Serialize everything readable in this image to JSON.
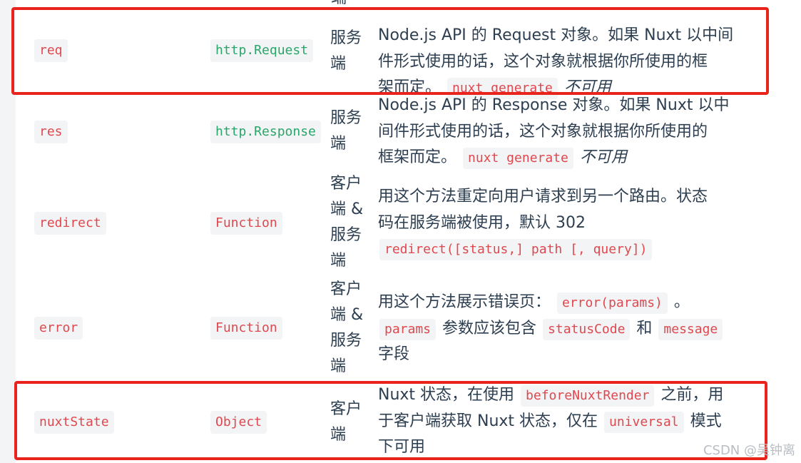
{
  "table": {
    "top_stub": "端",
    "rows": [
      {
        "name": "req",
        "type": "http.Request",
        "side_lines": [
          "服务",
          "端"
        ],
        "desc_lines": [
          [
            {
              "t": "Node.js API 的 Request 对象。如果 Nuxt 以中间"
            }
          ],
          [
            {
              "t": "件形式使用的话，这个对象就根据你所使用的框"
            }
          ],
          [
            {
              "t": "架而定。 "
            },
            {
              "t": "nuxt generate",
              "code": true
            },
            {
              "t": " 不可用",
              "italic": true
            }
          ]
        ]
      },
      {
        "name": "res",
        "type": "http.Response",
        "side_lines": [
          "服务",
          "端"
        ],
        "desc_lines": [
          [
            {
              "t": "Node.js API 的 Response 对象。如果 Nuxt 以中"
            }
          ],
          [
            {
              "t": "间件形式使用的话，这个对象就根据你所使用的"
            }
          ],
          [
            {
              "t": "框架而定。 "
            },
            {
              "t": "nuxt generate",
              "code": true
            },
            {
              "t": " 不可用",
              "italic": true
            }
          ]
        ]
      },
      {
        "name": "redirect",
        "type": "Function",
        "side_lines": [
          "客户",
          "端 &",
          "服务",
          "端"
        ],
        "desc_lines": [
          [
            {
              "t": "用这个方法重定向用户请求到另一个路由。状态"
            }
          ],
          [
            {
              "t": "码在服务端被使用，默认 302"
            }
          ],
          [
            {
              "t": "redirect([status,] path [, query])",
              "code": true
            }
          ]
        ]
      },
      {
        "name": "error",
        "type": "Function",
        "side_lines": [
          "客户",
          "端 &",
          "服务",
          "端"
        ],
        "desc_lines": [
          [
            {
              "t": "用这个方法展示错误页： "
            },
            {
              "t": "error(params)",
              "code": true
            },
            {
              "t": " 。"
            }
          ],
          [
            {
              "t": "params",
              "code": true
            },
            {
              "t": " 参数应该包含 "
            },
            {
              "t": "statusCode",
              "code": true
            },
            {
              "t": " 和 "
            },
            {
              "t": "message",
              "code": true
            }
          ],
          [
            {
              "t": "字段"
            }
          ]
        ]
      },
      {
        "name": "nuxtState",
        "type": "Object",
        "side_lines": [
          "客户",
          "端"
        ],
        "desc_lines": [
          [
            {
              "t": "Nuxt 状态，在使用 "
            },
            {
              "t": "beforeNuxtRender",
              "code": true
            },
            {
              "t": " 之前，用"
            }
          ],
          [
            {
              "t": "于客户端获取 Nuxt 状态，仅在 "
            },
            {
              "t": "universal",
              "code": true
            },
            {
              "t": " 模式"
            }
          ],
          [
            {
              "t": "下可用"
            }
          ]
        ]
      }
    ]
  },
  "colors": {
    "code_red": "#e0484f",
    "code_green": "#2aa66a",
    "highlight_box": "#e8241c",
    "text": "#2c3e50"
  },
  "watermark": "CSDN @吴钟离"
}
